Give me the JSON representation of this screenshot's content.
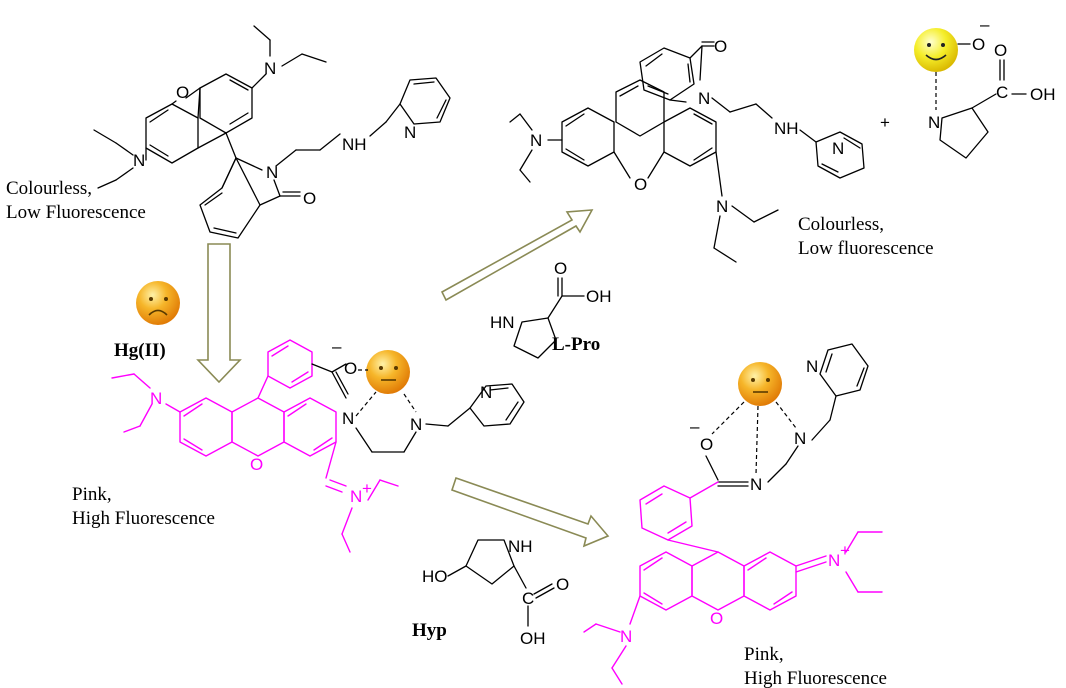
{
  "captions": {
    "top_left_1": "Colourless,",
    "top_left_2": "Low Fluorescence",
    "top_right_1": "Colourless,",
    "top_right_2": "Low fluorescence",
    "mid_left_1": "Pink,",
    "mid_left_2": "High Fluorescence",
    "bottom_right_1": "Pink,",
    "bottom_right_2": "High Fluorescence"
  },
  "reagents": {
    "metal": "Hg(II)",
    "proline": "L-Pro",
    "hydroxyproline": "Hyp",
    "plus": "+"
  },
  "atoms": {
    "N": "N",
    "O": "O",
    "NH": "NH",
    "HN": "HN",
    "HO": "HO",
    "OH": "OH",
    "C": "C",
    "minus": "–",
    "nplus": "+"
  },
  "colors": {
    "open_form": "#ff00ff",
    "closed_form": "#000000",
    "arrow_outline": "#8a8a55",
    "metal_ball": "#f4a21a",
    "smiley": "#f2e400"
  },
  "icons": {
    "metal_sad": "sad-face-icon",
    "metal_neutral": "neutral-face-icon",
    "metal_happy": "smiley-face-icon"
  }
}
